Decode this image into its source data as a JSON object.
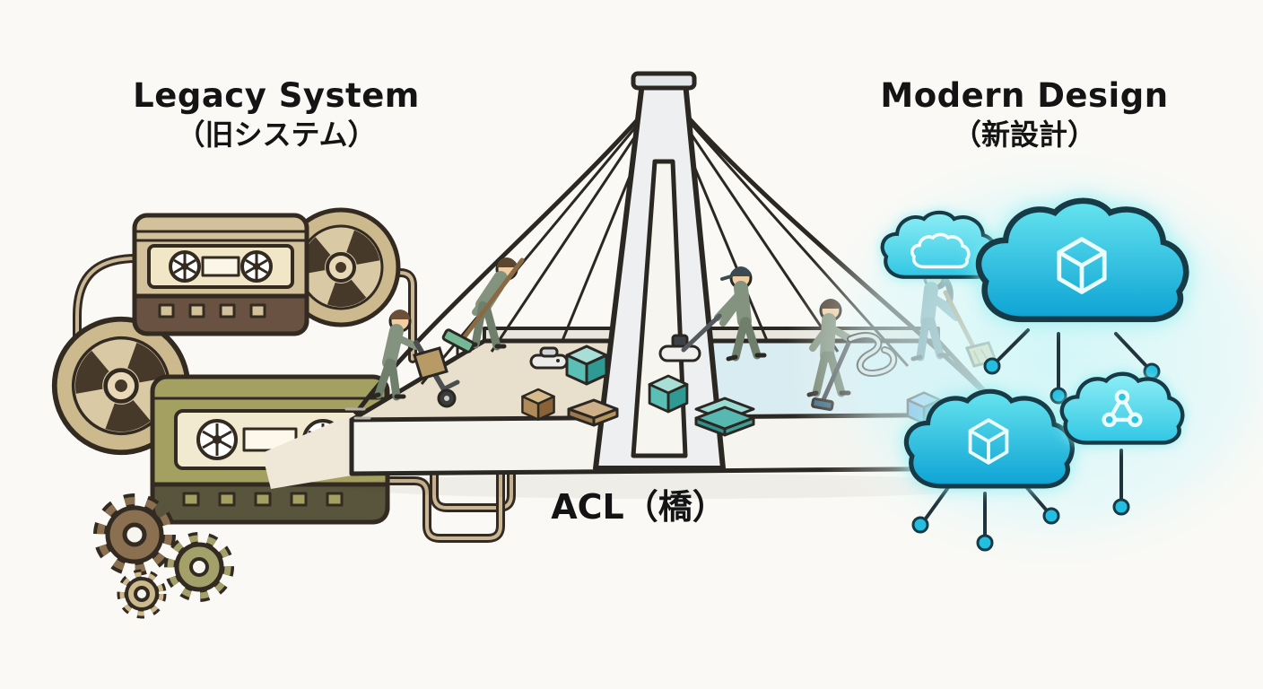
{
  "scene": {
    "legacy": {
      "title": "Legacy System",
      "subtitle": "（旧システム）"
    },
    "modern": {
      "title": "Modern Design",
      "subtitle": "（新設計）"
    },
    "bridge": {
      "label": "ACL（橋）"
    }
  },
  "palette": {
    "background": "#faf9f5",
    "outline": "#2b2722",
    "legacy_tan": "#d3c19c",
    "legacy_brown": "#6a5242",
    "legacy_olive": "#a4a062",
    "bridge_gray": "#edeff1",
    "deck_left": "#e8e0cc",
    "deck_right": "#d8ecf1",
    "uniform_green": "#84937f",
    "uniform_teal": "#5f8d96",
    "cloud_cyan_light": "#8deef5",
    "cloud_cyan": "#66e4ef",
    "cloud_blue": "#0da2d4",
    "node_teal": "#23bee0",
    "box_teal": "#5cbfb6",
    "box_blue": "#4b92d6",
    "box_brown": "#b89a66",
    "broom_yellow": "#d9b656"
  },
  "icons": [
    "cassette-tape-icon",
    "tape-reel-icon",
    "gear-icon",
    "cable-wire-icon",
    "bridge-tower-icon",
    "suspension-cable-icon",
    "bridge-deck",
    "worker-figure",
    "hand-truck-icon",
    "robot-vacuum-icon",
    "floor-sweeper-icon",
    "vacuum-hose-icon",
    "scrubber-icon",
    "broom-icon",
    "box-icon",
    "cloud-cube-icon",
    "cloud-network-icon",
    "mini-cloud-icon",
    "circuit-node-icon"
  ]
}
